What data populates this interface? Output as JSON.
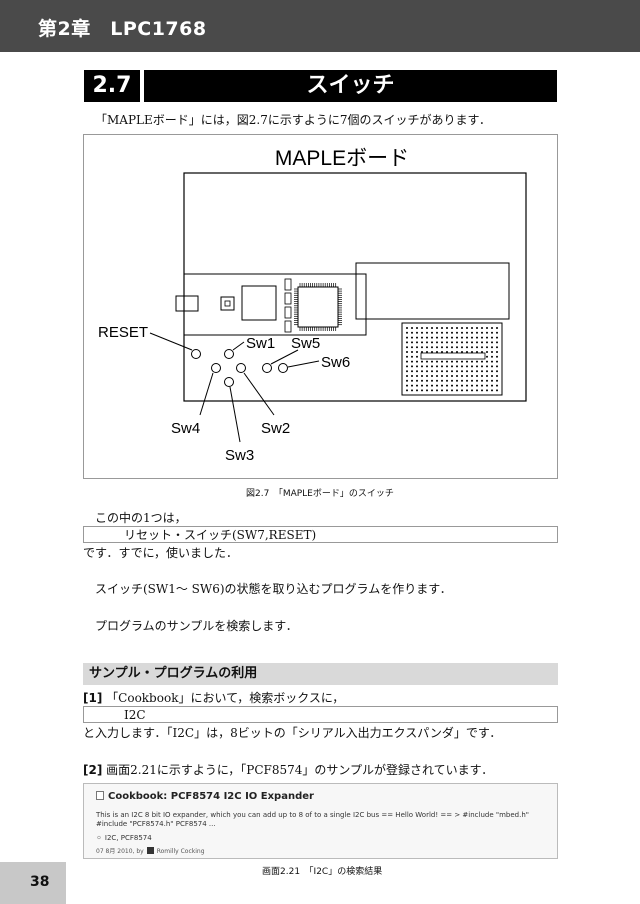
{
  "header": {
    "chapter": "第2章　LPC1768"
  },
  "section": {
    "number": "2.7",
    "title": "スイッチ"
  },
  "intro": "「MAPLEボード」には，図2.7に示すように7個のスイッチがあります．",
  "figure": {
    "title": "MAPLEボード",
    "labels": {
      "reset": "RESET",
      "sw1": "Sw1",
      "sw2": "Sw2",
      "sw3": "Sw3",
      "sw4": "Sw4",
      "sw5": "Sw5",
      "sw6": "Sw6"
    },
    "caption": "図2.7　「MAPLEボード」のスイッチ"
  },
  "body": {
    "p1": "この中の1つは，",
    "box1": "リセット・スイッチ(SW7,RESET)",
    "p2": "です．すでに，使いました．",
    "p3": "スイッチ(SW1～ SW6)の状態を取り込むプログラムを作ります．",
    "p4": "プログラムのサンプルを検索します．"
  },
  "subsection": {
    "title": "サンプル・プログラムの利用"
  },
  "steps": {
    "s1_num": "[1]",
    "s1_text": "「Cookbook」において，検索ボックスに，",
    "box2": "I2C",
    "s1_after": "と入力します．「I2C」は，8ビットの「シリアル入出力エクスパンダ」です．",
    "s2_num": "[2]",
    "s2_text": "画面2.21に示すように，「PCF8574」のサンプルが登録されています．"
  },
  "screenshot": {
    "title": "Cookbook: PCF8574 I2C IO Expander",
    "text": "This is an I2C 8 bit IO expander, which you can add up to 8 of to a single I2C bus == Hello World! == > #include \"mbed.h\" #include \"PCF8574.h\" PCF8574 ...",
    "tags": "I2C, PCF8574",
    "meta_date": "07 8月 2010, by",
    "meta_author": "Romilly Cocking",
    "caption": "画面2.21　「I2C」の検索結果"
  },
  "page_number": "38"
}
